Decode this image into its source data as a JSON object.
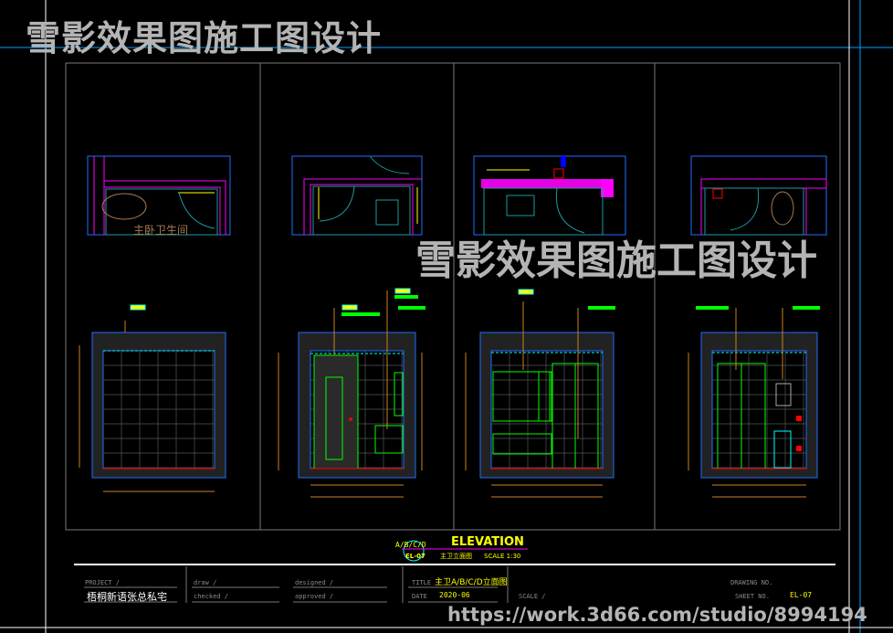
{
  "watermark": {
    "text": "雪影效果图施工图设计",
    "url": "https://work.3d66.com/studio/8994194"
  },
  "plan": {
    "room_label": "主卧卫生间"
  },
  "elevation_header": {
    "title": "ELEVATION",
    "views": "A/B/C/D",
    "code": "EL-07",
    "subtitle": "主卫立面图",
    "scale": "SCALE 1:30"
  },
  "title_block": {
    "project_label": "PROJECT /",
    "project_value": "梧桐新语张总私宅",
    "draw_label": "draw    /",
    "checked_label": "checked /",
    "designed_label": "designed /",
    "approved_label": "approved /",
    "title_label": "TITLE",
    "title_value": "主卫A/B/C/D立面图",
    "date_label": "DATE",
    "date_value": "2020-06",
    "scale_label": "SCALE  /",
    "drawing_no_label": "DRAWING NO.",
    "sheet_no_label": "SHEET NO.",
    "sheet_no_value": "EL-07"
  },
  "colors": {
    "background": "#000000",
    "wall": "#1e6fff",
    "magenta": "#ff00ff",
    "yellow": "#ffff00",
    "green": "#00ff00",
    "cyan": "#00ffff",
    "orange": "#c8821e"
  }
}
